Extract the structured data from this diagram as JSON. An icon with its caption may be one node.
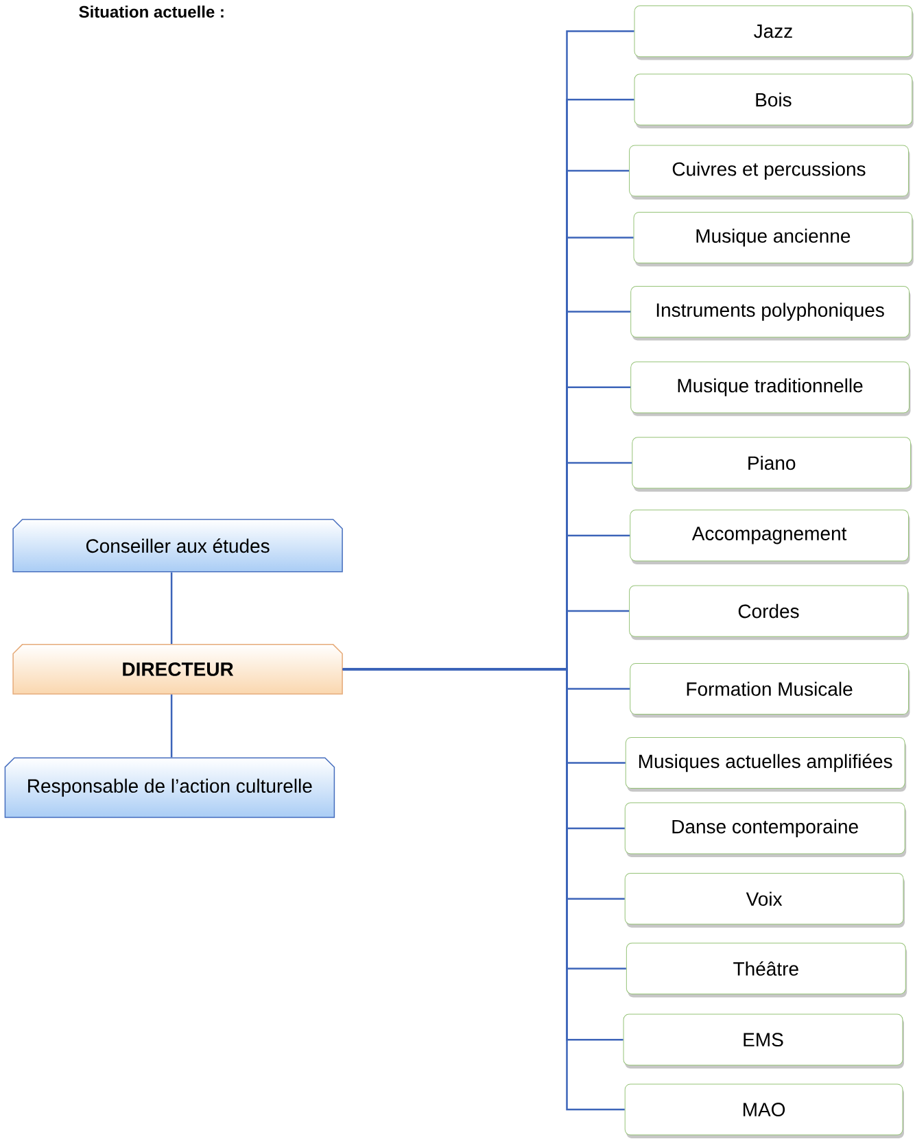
{
  "diagram": {
    "title": "Situation actuelle :",
    "nodes": [
      {
        "text": [
          "Conseiller aux études"
        ]
      },
      {
        "text": [
          "DIRECTEUR"
        ]
      },
      {
        "text": [
          "Responsable de l’action culturelle"
        ]
      },
      {
        "text": [
          "Jazz"
        ]
      },
      {
        "text": [
          "Bois"
        ]
      },
      {
        "text": [
          "Cuivres et percussions"
        ]
      },
      {
        "text": [
          "Musique ancienne"
        ]
      },
      {
        "text": [
          "Instruments polyphoniques"
        ]
      },
      {
        "text": [
          "Musique traditionnelle"
        ]
      },
      {
        "text": [
          "Piano"
        ]
      },
      {
        "text": [
          "Accompagnement"
        ]
      },
      {
        "text": [
          "Cordes"
        ]
      },
      {
        "text": [
          "Formation Musicale"
        ]
      },
      {
        "text": [
          "Musiques actuelles amplifiées"
        ]
      },
      {
        "text": [
          "Danse contemporaine"
        ]
      },
      {
        "text": [
          "Voix"
        ]
      },
      {
        "text": [
          "Théâtre"
        ]
      },
      {
        "text": [
          "EMS"
        ]
      },
      {
        "text": [
          "MAO"
        ]
      }
    ],
    "edges": [
      {
        "from": 0,
        "to": 1,
        "arrow": "none"
      },
      {
        "from": 1,
        "to": 2,
        "arrow": "none"
      },
      {
        "from": 1,
        "to": 3,
        "arrow": "none"
      },
      {
        "from": 1,
        "to": 4,
        "arrow": "none"
      },
      {
        "from": 1,
        "to": 5,
        "arrow": "none"
      },
      {
        "from": 1,
        "to": 6,
        "arrow": "none"
      },
      {
        "from": 1,
        "to": 7,
        "arrow": "none"
      },
      {
        "from": 1,
        "to": 8,
        "arrow": "none"
      },
      {
        "from": 1,
        "to": 9,
        "arrow": "none"
      },
      {
        "from": 1,
        "to": 10,
        "arrow": "none"
      },
      {
        "from": 1,
        "to": 11,
        "arrow": "none"
      },
      {
        "from": 1,
        "to": 12,
        "arrow": "none"
      },
      {
        "from": 1,
        "to": 13,
        "arrow": "none"
      },
      {
        "from": 1,
        "to": 14,
        "arrow": "none"
      },
      {
        "from": 1,
        "to": 15,
        "arrow": "none"
      },
      {
        "from": 1,
        "to": 16,
        "arrow": "none"
      },
      {
        "from": 1,
        "to": 17,
        "arrow": "none"
      },
      {
        "from": 1,
        "to": 18,
        "arrow": "none"
      }
    ]
  }
}
